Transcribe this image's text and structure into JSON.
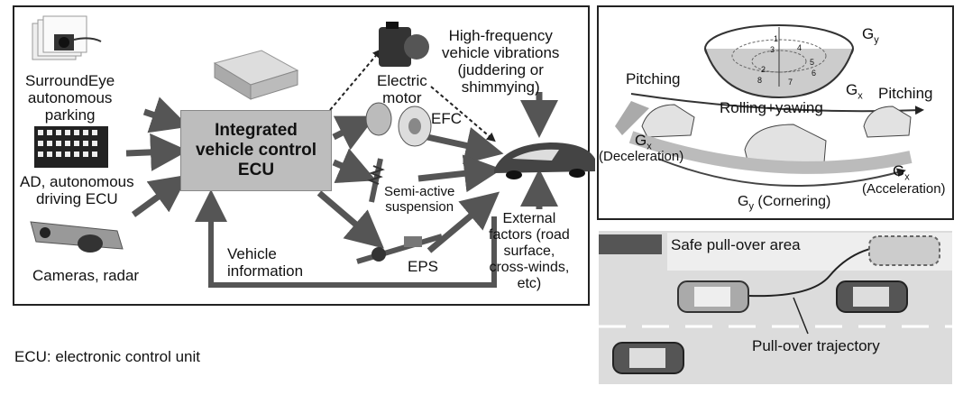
{
  "left_panel": {
    "inputs": {
      "surround_eye": "SurroundEye\nautonomous\nparking",
      "ad_ecu": "AD, autonomous\ndriving ECU",
      "cameras": "Cameras, radar"
    },
    "ecu": "Integrated\nvehicle control\nECU",
    "actuators": {
      "motor": "Electric\nmotor",
      "efc": "EFC",
      "suspension": "Semi-active\nsuspension",
      "eps": "EPS"
    },
    "vibrations": "High-frequency\nvehicle vibrations\n(juddering or\nshimmying)",
    "external": "External\nfactors (road\nsurface,\ncross-winds,\netc)",
    "feedback": "Vehicle\ninformation"
  },
  "footnote": "ECU: electronic control unit",
  "dynamics_panel": {
    "gy_top": "G",
    "gy_top_sub": "y",
    "gx_top": "G",
    "gx_top_sub": "x",
    "pitching_left": "Pitching",
    "pitching_right": "Pitching",
    "rolling": "Rolling+yawing",
    "gx_decel": "G",
    "gx_decel_sub": "x",
    "decel": "(Deceleration)",
    "gx_accel": "G",
    "gx_accel_sub": "x",
    "accel": "(Acceleration)",
    "gy_corner": "G",
    "gy_corner_sub": "y",
    "cornering": " (Cornering)",
    "bowl_numbers": [
      "1",
      "2",
      "3",
      "4",
      "5",
      "6",
      "7",
      "8"
    ]
  },
  "pullover_panel": {
    "safe_area": "Safe pull-over area",
    "trajectory": "Pull-over trajectory"
  },
  "colors": {
    "ecu_fill": "#bdbdbd",
    "arrow": "#555555",
    "road": "#dcdcdc",
    "safe_strip": "#555555"
  }
}
